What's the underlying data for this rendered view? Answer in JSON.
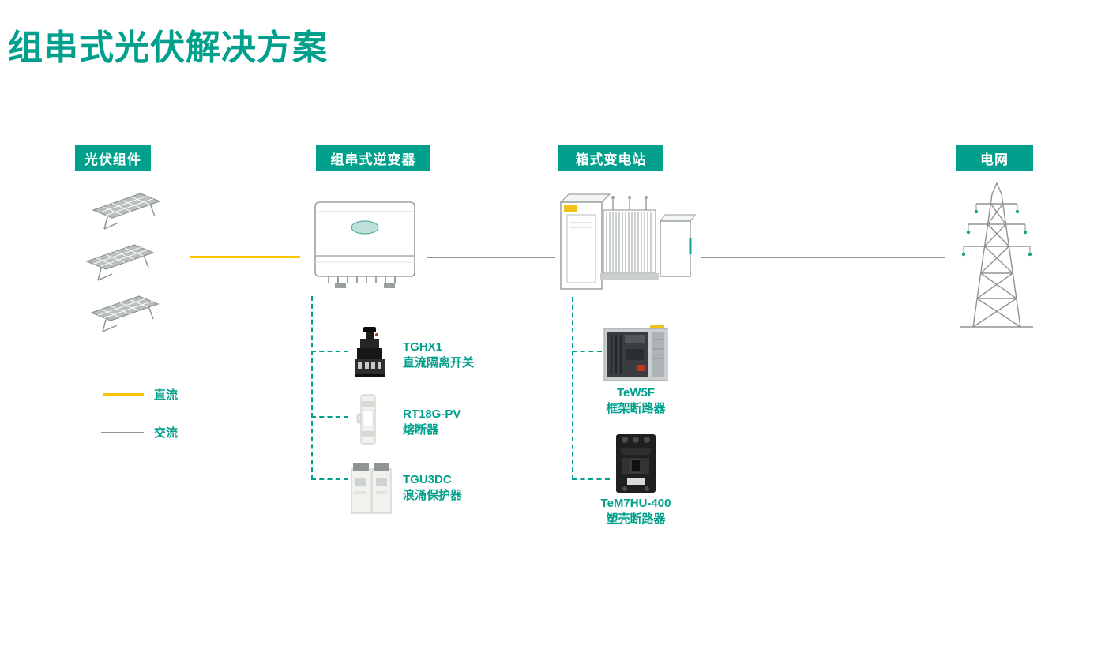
{
  "page": {
    "title": "组串式光伏解决方案"
  },
  "colors": {
    "teal": "#00A08C",
    "dc_yellow": "#FFC400",
    "line_gray": "#8F9496"
  },
  "sections": {
    "pv_modules": {
      "label": "光伏组件"
    },
    "string_inverter": {
      "label": "组串式逆变器"
    },
    "box_substation": {
      "label": "箱式变电站"
    },
    "power_grid": {
      "label": "电网"
    }
  },
  "legend": {
    "dc_label": "直流",
    "ac_label": "交流"
  },
  "products": {
    "tghx1": {
      "name": "TGHX1",
      "desc": "直流隔离开关"
    },
    "rt18g_pv": {
      "name": "RT18G-PV",
      "desc": "熔断器"
    },
    "tgu3dc": {
      "name": "TGU3DC",
      "desc": "浪涌保护器"
    },
    "tew5f": {
      "name": "TeW5F",
      "desc": "框架断路器"
    },
    "tem7hu_400": {
      "name": "TeM7HU-400",
      "desc": "塑壳断路器"
    }
  }
}
